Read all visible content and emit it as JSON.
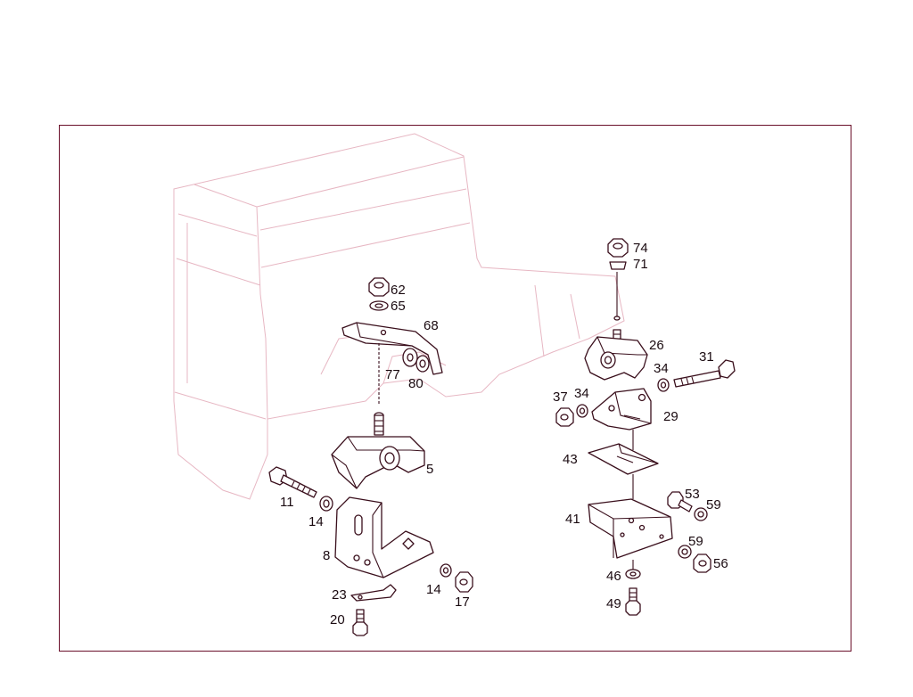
{
  "labels": {
    "l62": "62",
    "l65": "65",
    "l68": "68",
    "l77": "77",
    "l80": "80",
    "l5": "5",
    "l11": "11",
    "l14a": "14",
    "l8": "8",
    "l23": "23",
    "l14b": "14",
    "l17": "17",
    "l20": "20",
    "l74": "74",
    "l71": "71",
    "l26": "26",
    "l31": "31",
    "l34a": "34",
    "l37": "37",
    "l34b": "34",
    "l29": "29",
    "l43": "43",
    "l53": "53",
    "l59a": "59",
    "l41": "41",
    "l59b": "59",
    "l56": "56",
    "l46": "46",
    "l49": "49"
  }
}
